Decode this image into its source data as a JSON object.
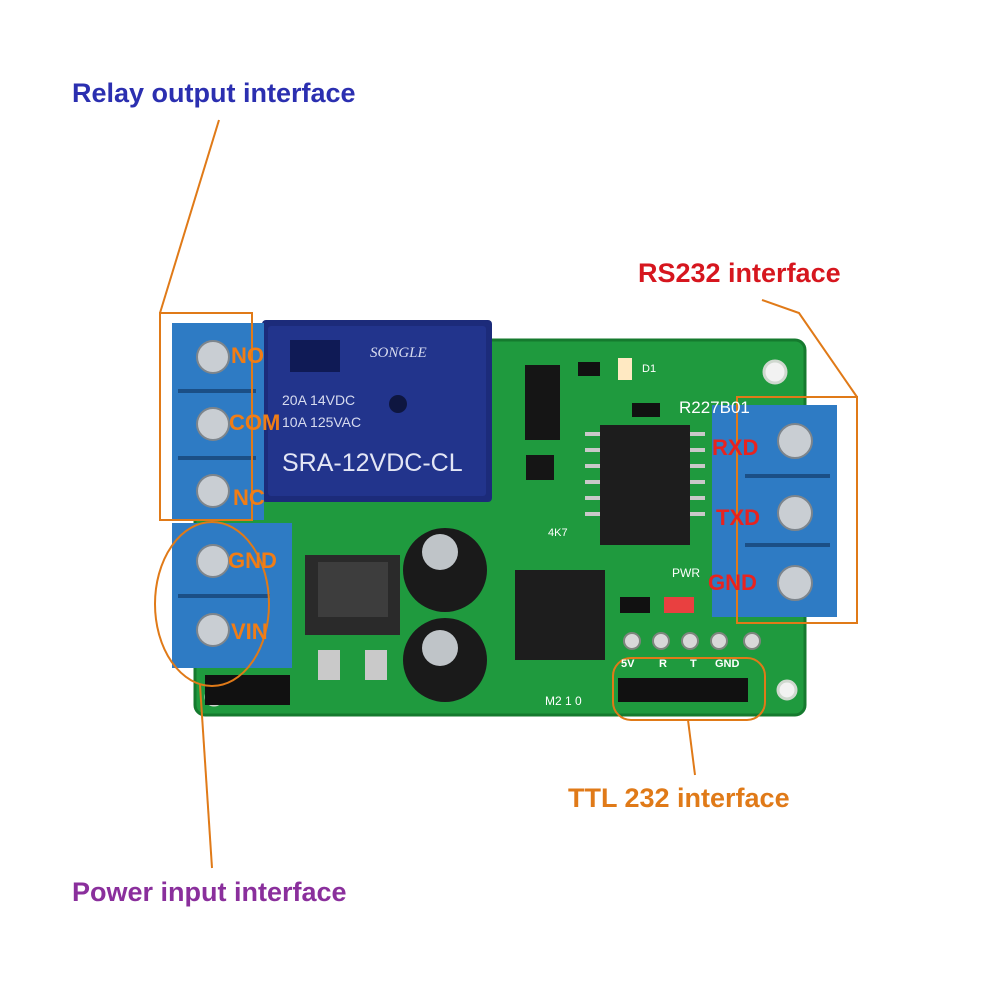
{
  "callouts": {
    "relay_output": {
      "text": "Relay output interface",
      "color": "#2b2fb0"
    },
    "rs232": {
      "text": "RS232 interface",
      "color": "#d6161e"
    },
    "ttl232": {
      "text": "TTL 232 interface",
      "color": "#e07a18"
    },
    "power_input": {
      "text": "Power input interface",
      "color": "#8a2f9c"
    }
  },
  "relay_terminals": [
    "NO",
    "COM",
    "NC"
  ],
  "power_terminals": [
    "GND",
    "VIN"
  ],
  "rs232_terminals": [
    "RXD",
    "TXD",
    "GND"
  ],
  "ttl_header_pins": [
    "5V",
    "R",
    "T",
    "GND"
  ],
  "relay_component": {
    "brand": "SONGLE",
    "rating_line1": "20A 14VDC",
    "rating_line2": "10A 125VAC",
    "model": "SRA-12VDC-CL"
  },
  "board_silkscreen": {
    "board_id": "R227B01",
    "led_d1": "D1",
    "pwr": "PWR",
    "resistor": "4K7",
    "mode_header": "M2 1 0"
  },
  "colors": {
    "pcb_green": "#1f9a3e",
    "terminal_blue": "#2e7bc4",
    "leader_orange": "#e07a18",
    "label_orange": "#f07d16",
    "label_red": "#e8231f"
  }
}
